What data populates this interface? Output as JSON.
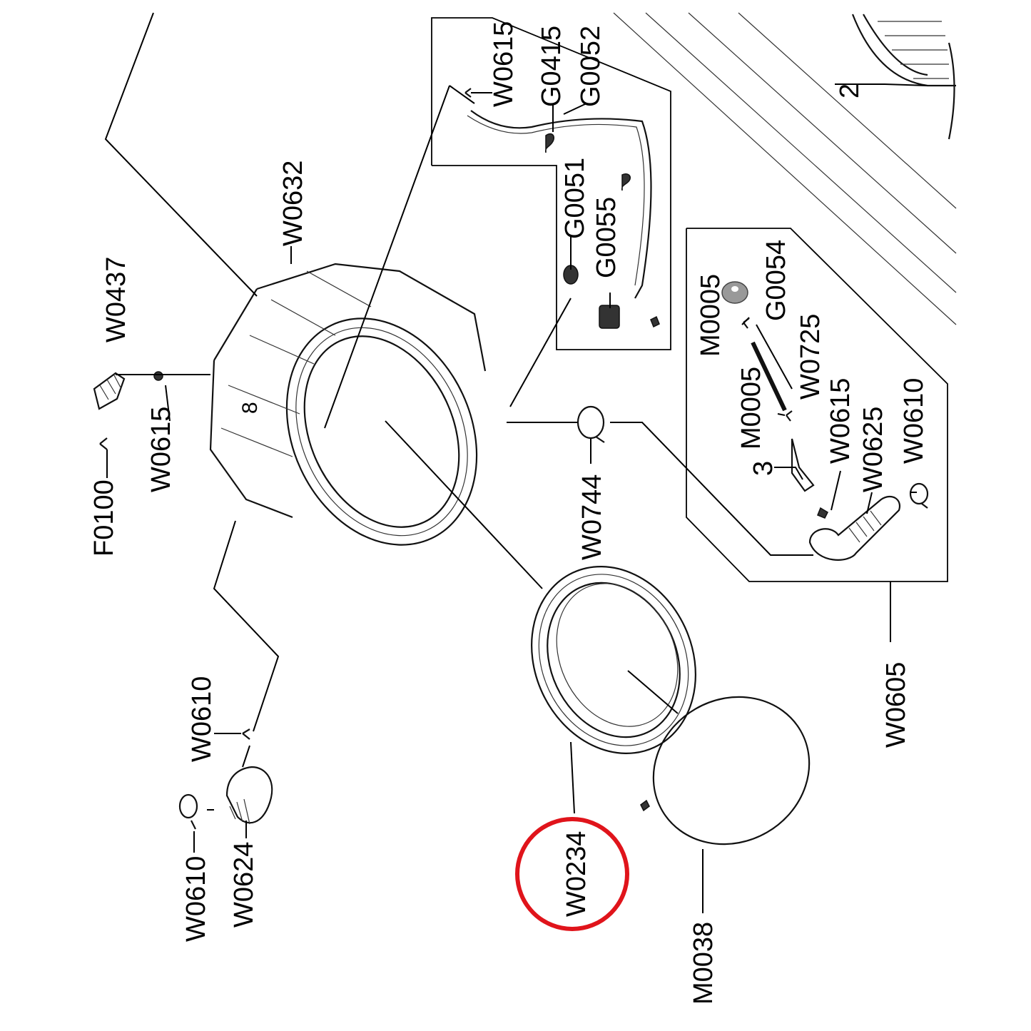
{
  "labels": {
    "w0615_top": "W0615",
    "g0415": "G0415",
    "g0052": "G0052",
    "two": "2",
    "w0632": "W0632",
    "g0051": "G0051",
    "g0055": "G0055",
    "w0437": "W0437",
    "w0615_left": "W0615",
    "f0100": "F0100",
    "m0005_top": "M0005",
    "g0054": "G0054",
    "w0725": "W0725",
    "m0005_mid": "M0005",
    "w0615_right": "W0615",
    "three": "3",
    "w0625": "W0625",
    "w0610_right": "W0610",
    "w0744": "W0744",
    "w0605": "W0605",
    "w0610_left_top": "W0610",
    "w0610_left_bottom": "W0610",
    "w0624": "W0624",
    "w0234": "W0234",
    "m0038": "M0038"
  },
  "highlight": {
    "target": "W0234",
    "color": "#e0141b"
  }
}
